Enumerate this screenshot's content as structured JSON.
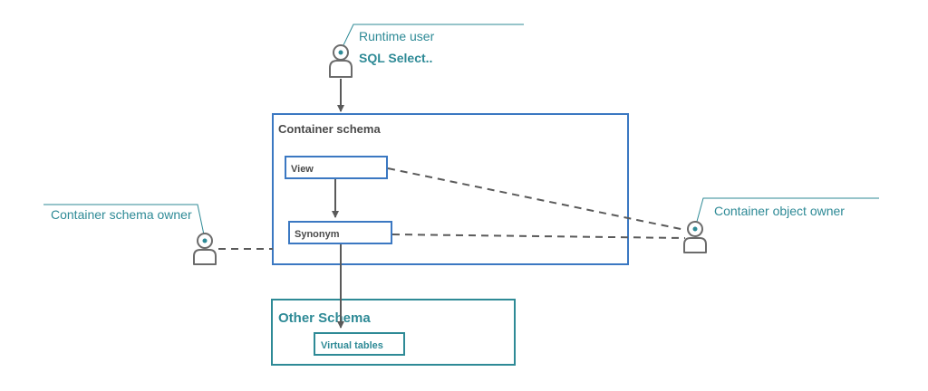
{
  "runtime_user": {
    "label": "Runtime user",
    "query": "SQL Select.."
  },
  "container_schema": {
    "title": "Container schema",
    "view_label": "View",
    "synonym_label": "Synonym"
  },
  "other_schema": {
    "title": "Other Schema",
    "virtual_tables_label": "Virtual tables"
  },
  "container_schema_owner": {
    "label": "Container schema owner"
  },
  "container_object_owner": {
    "label": "Container object owner"
  },
  "icons": {
    "person": "person-icon"
  },
  "colors": {
    "blue_box": "#3b78c2",
    "teal_box": "#2e8a96",
    "teal_text": "#2e8a96",
    "connector": "#5a5a5a",
    "icon_stroke": "#6b6b6b",
    "icon_dot": "#2e8a96"
  }
}
